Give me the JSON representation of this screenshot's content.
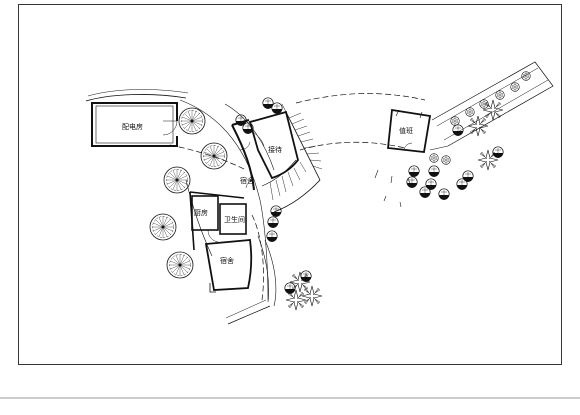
{
  "plan": {
    "rooms": {
      "substation": "配电房",
      "reception": "接待",
      "dorm_upper": "宿舍",
      "kitchen": "厨房",
      "bathroom": "卫生间",
      "dorm_lower": "宿舍",
      "duty": "值班"
    }
  },
  "colors": {
    "line": "#111111",
    "paper": "#ffffff"
  }
}
